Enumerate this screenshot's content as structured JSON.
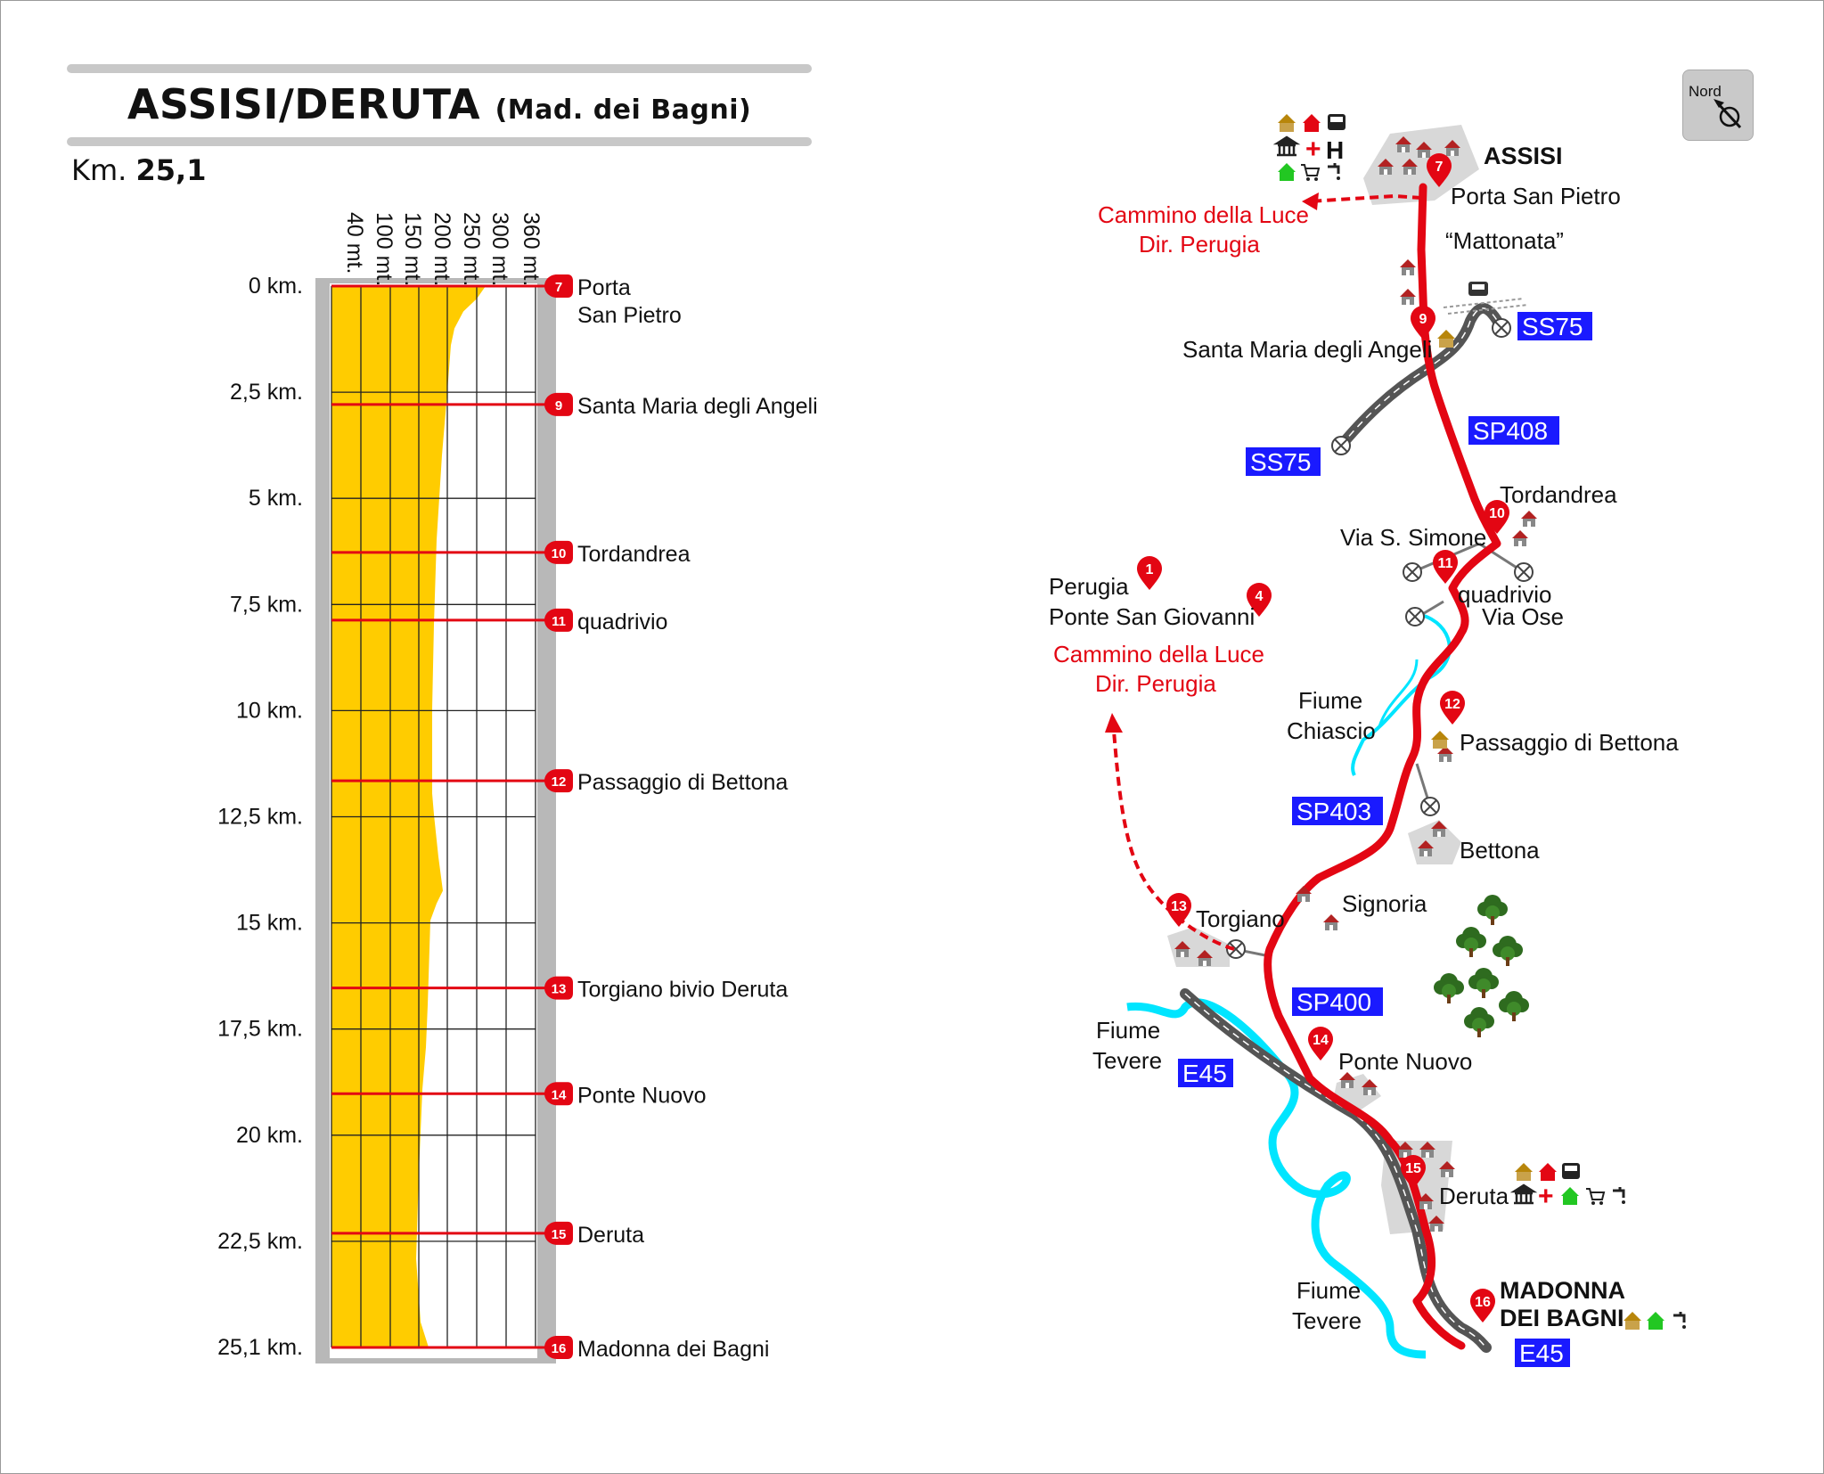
{
  "header": {
    "title": "ASSISI/DERUTA",
    "subtitle": "(Mad. dei Bagni)",
    "distance_prefix": "Km.",
    "distance_value": "25,1"
  },
  "profile": {
    "altitude_ticks": [
      "40 mt.",
      "100 mt.",
      "150 mt.",
      "200 mt.",
      "250 mt.",
      "300 mt.",
      "360 mt."
    ],
    "km_labels": [
      "0 km.",
      "2,5 km.",
      "5 km.",
      "7,5 km.",
      "10 km.",
      "12,5 km.",
      "15 km.",
      "17,5 km.",
      "20 km.",
      "22,5 km.",
      "25,1 km."
    ],
    "waypoints": [
      {
        "num": "7",
        "lines": [
          "Porta",
          "San Pietro"
        ],
        "km": 0
      },
      {
        "num": "9",
        "lines": [
          "Santa Maria degli Angeli"
        ],
        "km": 2.8
      },
      {
        "num": "10",
        "lines": [
          "Tordandrea"
        ],
        "km": 6.3
      },
      {
        "num": "11",
        "lines": [
          "quadrivio"
        ],
        "km": 7.9
      },
      {
        "num": "12",
        "lines": [
          "Passaggio di Bettona"
        ],
        "km": 11.7
      },
      {
        "num": "13",
        "lines": [
          "Torgiano bivio Deruta"
        ],
        "km": 16.6
      },
      {
        "num": "14",
        "lines": [
          "Ponte Nuovo"
        ],
        "km": 19.1
      },
      {
        "num": "15",
        "lines": [
          "Deruta"
        ],
        "km": 22.4
      },
      {
        "num": "16",
        "lines": [
          "Madonna dei Bagni"
        ],
        "km": 25.1
      }
    ],
    "fill_color": "#ffcc00",
    "marker_color": "#e30613"
  },
  "map": {
    "compass_label": "Nord",
    "labels": {
      "assisi": "ASSISI",
      "porta_san_pietro": "Porta San Pietro",
      "mattonata": "“Mattonata”",
      "cammino_top_1": "Cammino della Luce",
      "cammino_top_2": "Dir. Perugia",
      "santa_maria": "Santa Maria degli Angeli",
      "tordandrea": "Tordandrea",
      "via_s_simone": "Via S. Simone",
      "quadrivio": "quadrivio",
      "via_ose": "Via Ose",
      "perugia": "Perugia",
      "ponte_san_giovanni": "Ponte San Giovanni",
      "cammino_mid_1": "Cammino della Luce",
      "cammino_mid_2": "Dir. Perugia",
      "fiume_chiascio_1": "Fiume",
      "fiume_chiascio_2": "Chiascio",
      "passaggio_bettona": "Passaggio di Bettona",
      "bettona": "Bettona",
      "signoria": "Signoria",
      "torgiano": "Torgiano",
      "fiume_tevere_1a": "Fiume",
      "fiume_tevere_1b": "Tevere",
      "ponte_nuovo": "Ponte Nuovo",
      "deruta": "Deruta",
      "fiume_tevere_2a": "Fiume",
      "fiume_tevere_2b": "Tevere",
      "madonna_1": "MADONNA",
      "madonna_2": "DEI BAGNI"
    },
    "roads": {
      "ss75_top": "SS75",
      "sp408": "SP408",
      "ss75_bottom": "SS75",
      "sp403": "SP403",
      "sp400": "SP400",
      "e45_left": "E45",
      "e45_bottom": "E45"
    },
    "markers": {
      "m7": "7",
      "m9": "9",
      "m10": "10",
      "m11": "11",
      "m1": "1",
      "m4": "4",
      "m12": "12",
      "m13": "13",
      "m14": "14",
      "m15": "15",
      "m16": "16"
    },
    "service_icons": {
      "h_letter": "H",
      "cross": "+"
    },
    "colors": {
      "route": "#e30613",
      "river": "#00e5ff",
      "road": "#555555",
      "road_label": "#1a1aff",
      "town": "#d8d8d8",
      "tree": "#2e6b1f"
    }
  }
}
